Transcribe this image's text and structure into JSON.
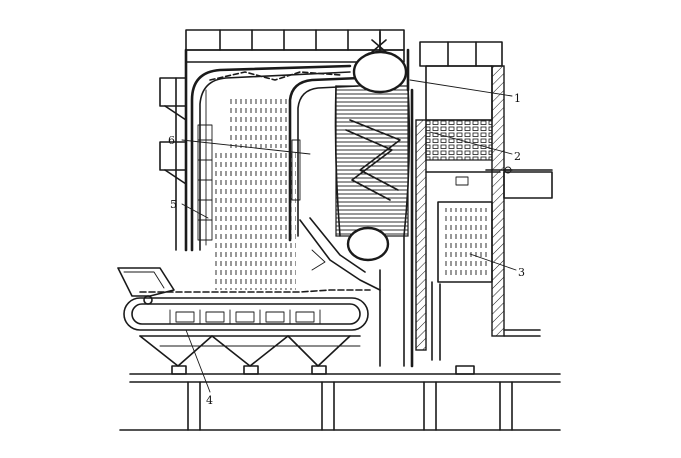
{
  "diagram": {
    "labels": [
      {
        "id": "1",
        "text": "1"
      },
      {
        "id": "2",
        "text": "2"
      },
      {
        "id": "3",
        "text": "3"
      },
      {
        "id": "4",
        "text": "4"
      },
      {
        "id": "5",
        "text": "5"
      },
      {
        "id": "6",
        "text": "6"
      }
    ]
  },
  "colors": {
    "ink": "#1a1a1a",
    "background": "#ffffff"
  }
}
